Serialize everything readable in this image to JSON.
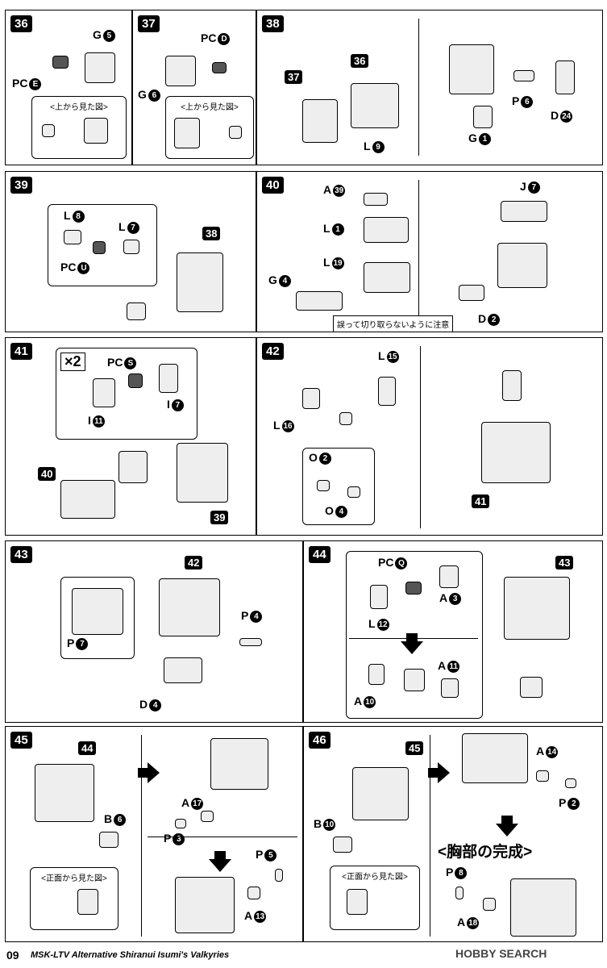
{
  "steps": {
    "s36": {
      "num": "36",
      "ref_g": "G",
      "ref_g_n": "5",
      "ref_pc": "PC",
      "ref_pc_n": "E",
      "inset": "<上から見た図>"
    },
    "s37": {
      "num": "37",
      "ref_pc": "PC",
      "ref_pc_n": "D",
      "ref_g": "G",
      "ref_g_n": "6",
      "inset": "<上から見た図>"
    },
    "s38": {
      "num": "38",
      "ref37": "37",
      "ref36": "36",
      "l": "L",
      "l_n": "9",
      "p": "P",
      "p_n": "6",
      "g": "G",
      "g_n": "1",
      "d": "D",
      "d_n": "24"
    },
    "s39": {
      "num": "39",
      "l8": "L",
      "l8_n": "8",
      "l7": "L",
      "l7_n": "7",
      "pc": "PC",
      "pc_n": "U",
      "ref38": "38"
    },
    "s40": {
      "num": "40",
      "a": "A",
      "a_n": "39",
      "l1": "L",
      "l1_n": "1",
      "l19": "L",
      "l19_n": "19",
      "g": "G",
      "g_n": "4",
      "j": "J",
      "j_n": "7",
      "d": "D",
      "d_n": "2",
      "note": "誤って切り取らないように注意"
    },
    "s41": {
      "num": "41",
      "x2": "×2",
      "pc": "PC",
      "pc_n": "S",
      "i7": "I",
      "i7_n": "7",
      "i11": "I",
      "i11_n": "11",
      "ref40": "40",
      "ref39": "39"
    },
    "s42": {
      "num": "42",
      "l15": "L",
      "l15_n": "15",
      "l16": "L",
      "l16_n": "16",
      "o2": "O",
      "o2_n": "2",
      "o4": "O",
      "o4_n": "4",
      "ref41": "41"
    },
    "s43": {
      "num": "43",
      "ref42": "42",
      "p4": "P",
      "p4_n": "4",
      "p7": "P",
      "p7_n": "7",
      "d4": "D",
      "d4_n": "4"
    },
    "s44": {
      "num": "44",
      "pc": "PC",
      "pc_n": "Q",
      "a3": "A",
      "a3_n": "3",
      "l12": "L",
      "l12_n": "12",
      "a11": "A",
      "a11_n": "11",
      "a10": "A",
      "a10_n": "10",
      "ref43": "43"
    },
    "s45": {
      "num": "45",
      "ref44": "44",
      "b6": "B",
      "b6_n": "6",
      "inset": "<正面から見た図>",
      "a17": "A",
      "a17_n": "17",
      "p3": "P",
      "p3_n": "3",
      "p5": "P",
      "p5_n": "5",
      "a13": "A",
      "a13_n": "13"
    },
    "s46": {
      "num": "46",
      "ref45": "45",
      "b10": "B",
      "b10_n": "10",
      "inset": "<正面から見た図>",
      "a14": "A",
      "a14_n": "14",
      "p2": "P",
      "p2_n": "2",
      "done": "<胸部の完成>",
      "p8": "P",
      "p8_n": "8",
      "a18": "A",
      "a18_n": "18"
    }
  },
  "footer": {
    "page": "09",
    "title": "MSK-LTV Alternative Shiranui Isumi's Valkyries",
    "watermark": "HOBBY SEARCH"
  }
}
